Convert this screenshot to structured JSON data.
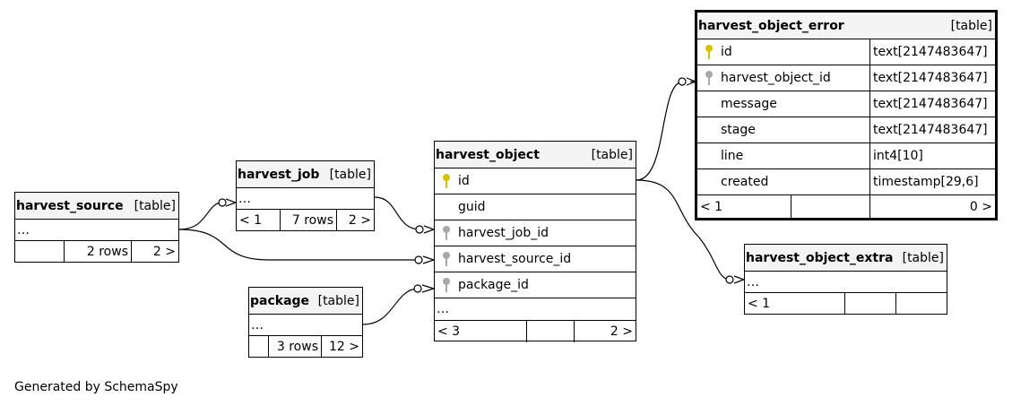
{
  "footer_text": "Generated by SchemaSpy",
  "type_label": "[table]",
  "ellipsis": "…",
  "tables": {
    "harvest_object_error": {
      "name": "harvest_object_error",
      "columns": [
        {
          "name": "id",
          "type": "text[2147483647]",
          "key": "primary"
        },
        {
          "name": "harvest_object_id",
          "type": "text[2147483647]",
          "key": "foreign"
        },
        {
          "name": "message",
          "type": "text[2147483647]",
          "key": ""
        },
        {
          "name": "stage",
          "type": "text[2147483647]",
          "key": ""
        },
        {
          "name": "line",
          "type": "int4[10]",
          "key": ""
        },
        {
          "name": "created",
          "type": "timestamp[29,6]",
          "key": ""
        }
      ],
      "footer": {
        "parents": "< 1",
        "rows": "",
        "children": "0 >"
      }
    },
    "harvest_object": {
      "name": "harvest_object",
      "columns": [
        {
          "name": "id",
          "key": "primary"
        },
        {
          "name": "guid",
          "key": ""
        },
        {
          "name": "harvest_job_id",
          "key": "foreign"
        },
        {
          "name": "harvest_source_id",
          "key": "foreign"
        },
        {
          "name": "package_id",
          "key": "foreign"
        }
      ],
      "footer": {
        "parents": "< 3",
        "rows": "",
        "children": "2 >"
      }
    },
    "harvest_job": {
      "name": "harvest_job",
      "footer": {
        "parents": "< 1",
        "rows": "7 rows",
        "children": "2 >"
      }
    },
    "harvest_source": {
      "name": "harvest_source",
      "footer": {
        "parents": "",
        "rows": "2 rows",
        "children": "2 >"
      }
    },
    "package": {
      "name": "package",
      "footer": {
        "parents": "",
        "rows": "3 rows",
        "children": "12 >"
      }
    },
    "harvest_object_extra": {
      "name": "harvest_object_extra",
      "footer": {
        "parents": "< 1",
        "rows": "",
        "children": ""
      }
    }
  },
  "colors": {
    "primary_key": "#d4c400",
    "foreign_key": "#a8a8a8",
    "header_bg": "#f4f4f4"
  }
}
